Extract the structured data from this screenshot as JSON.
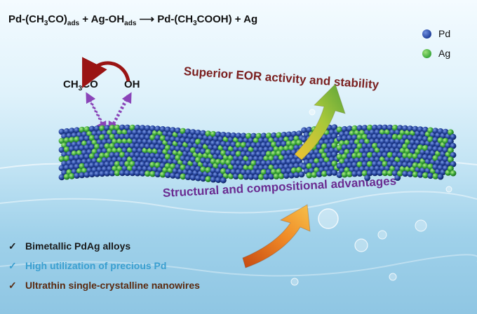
{
  "equation": {
    "part1": "Pd-(CH",
    "sub1": "3",
    "part2": "CO)",
    "sub2": "ads",
    "part3": " + Ag-OH",
    "sub3": "ads",
    "arrow": " ⟶ ",
    "part4": "Pd-(CH",
    "sub4": "3",
    "part5": "COOH) + Ag"
  },
  "legend": [
    {
      "label": "Pd",
      "color": "#1f3f9a"
    },
    {
      "label": "Ag",
      "color": "#3aa83a"
    }
  ],
  "labels": {
    "acetyl_main": "CH",
    "acetyl_sub": "3",
    "acetyl_end": "CO",
    "hydroxyl": "OH"
  },
  "titles": {
    "top": "Superior EOR activity and stability",
    "middle": "Structural and compositional advantages"
  },
  "features": [
    {
      "text": "Bimetallic PdAg alloys",
      "color": "#1a1a1a"
    },
    {
      "text": "High utilization of precious Pd",
      "color": "#3a9fd0"
    },
    {
      "text": "Ultrathin single-crystalline nanowires",
      "color": "#5a2a10"
    }
  ],
  "checkmark": "✓"
}
